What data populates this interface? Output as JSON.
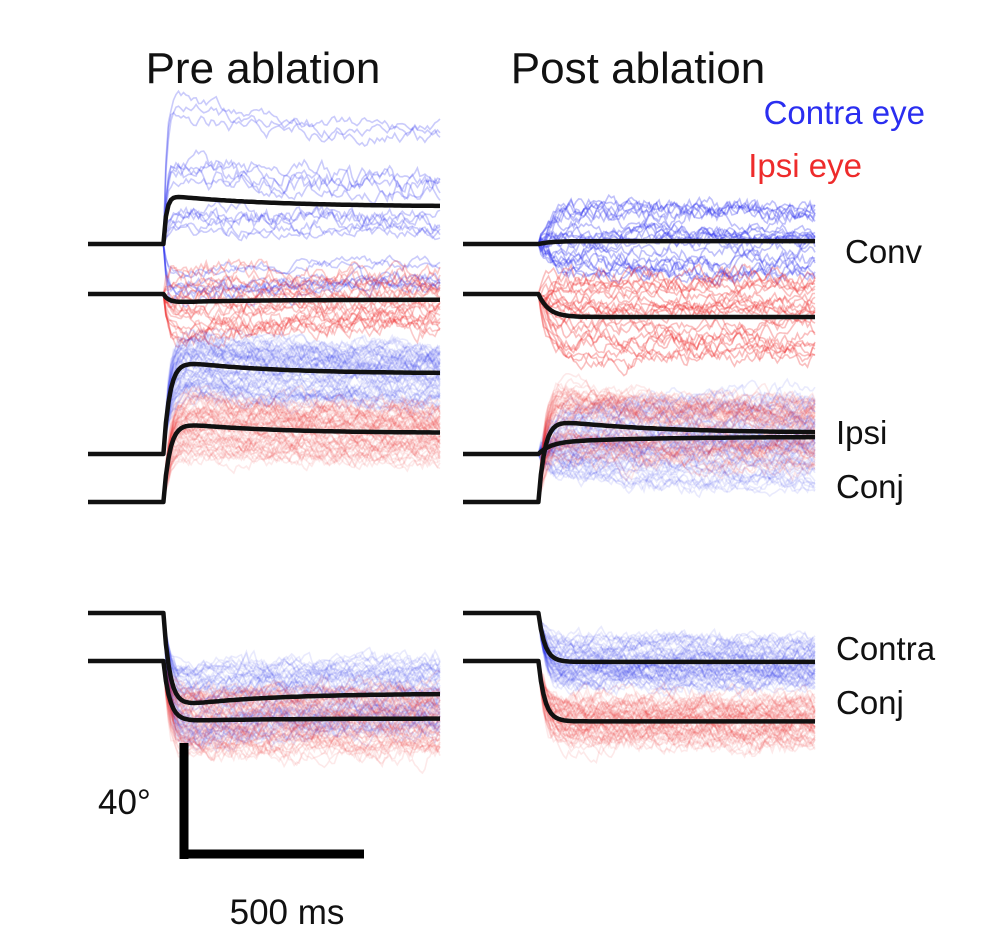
{
  "chart_data": {
    "type": "line",
    "columns": [
      "Pre ablation",
      "Post ablation"
    ],
    "legend": [
      {
        "name": "Contra eye",
        "color": "#2a2ef0"
      },
      {
        "name": "Ipsi eye",
        "color": "#ee2b2b"
      }
    ],
    "row_labels": {
      "conv": [
        "Conv"
      ],
      "ipsi_conj": [
        "Ipsi",
        "Conj"
      ],
      "contra_conj": [
        "Contra",
        "Conj"
      ]
    },
    "scalebar": {
      "y_label": "40°",
      "x_label": "500 ms",
      "y_value": 40,
      "x_value": 500
    },
    "trace_color": "#111111",
    "x_range_ms": [
      -300,
      1100
    ],
    "step_time_ms": 0,
    "panels": [
      {
        "column": 0,
        "row": "conv",
        "series": [
          {
            "name": "Contra eye",
            "color": "#2a2ef0",
            "start": 0,
            "mean": {
              "peak": 17,
              "plateau": 13,
              "tau_rise": 12,
              "tau_decay": 400
            },
            "spread": 40,
            "n": 22,
            "alpha": 0.25
          },
          {
            "name": "Ipsi eye",
            "color": "#ee2b2b",
            "start": 0,
            "mean": {
              "peak": -3,
              "plateau": -2,
              "tau_rise": 20,
              "tau_decay": 300
            },
            "spread": 14,
            "n": 22,
            "alpha": 0.25
          }
        ]
      },
      {
        "column": 1,
        "row": "conv",
        "series": [
          {
            "name": "Contra eye",
            "color": "#2a2ef0",
            "start": 0,
            "mean": {
              "peak": 1,
              "plateau": 1,
              "tau_rise": 50,
              "tau_decay": 300
            },
            "spread": 12,
            "n": 24,
            "alpha": 0.3
          },
          {
            "name": "Ipsi eye",
            "color": "#ee2b2b",
            "start": 0,
            "mean": {
              "peak": -8,
              "plateau": -8,
              "tau_rise": 40,
              "tau_decay": 300
            },
            "spread": 14,
            "n": 24,
            "alpha": 0.3
          }
        ]
      },
      {
        "column": 0,
        "row": "ipsi_conj",
        "series": [
          {
            "name": "Contra eye",
            "color": "#2a2ef0",
            "start": 0,
            "mean": {
              "peak": 33,
              "plateau": 28,
              "tau_rise": 25,
              "tau_decay": 350
            },
            "spread": 12,
            "n": 60,
            "alpha": 0.1
          },
          {
            "name": "Ipsi eye",
            "color": "#ee2b2b",
            "start": -24,
            "mean": {
              "peak": 28,
              "plateau": 24,
              "tau_rise": 25,
              "tau_decay": 350
            },
            "spread": 12,
            "n": 60,
            "alpha": 0.1
          }
        ]
      },
      {
        "column": 1,
        "row": "ipsi_conj",
        "series": [
          {
            "name": "Contra eye",
            "color": "#2a2ef0",
            "start": 0,
            "mean": {
              "peak": 4,
              "plateau": 6,
              "tau_rise": 45,
              "tau_decay": 400
            },
            "spread": 12,
            "n": 60,
            "alpha": 0.1
          },
          {
            "name": "Ipsi eye",
            "color": "#ee2b2b",
            "start": -24,
            "mean": {
              "peak": 29,
              "plateau": 24,
              "tau_rise": 25,
              "tau_decay": 400
            },
            "spread": 14,
            "n": 60,
            "alpha": 0.1
          }
        ]
      },
      {
        "column": 0,
        "row": "contra_conj",
        "series": [
          {
            "name": "Contra eye",
            "color": "#2a2ef0",
            "start": 0,
            "mean": {
              "peak": -33,
              "plateau": -28,
              "tau_rise": 25,
              "tau_decay": 350
            },
            "spread": 16,
            "n": 60,
            "alpha": 0.1
          },
          {
            "name": "Ipsi eye",
            "color": "#ee2b2b",
            "start": -24,
            "mean": {
              "peak": -21,
              "plateau": -20,
              "tau_rise": 25,
              "tau_decay": 350
            },
            "spread": 12,
            "n": 60,
            "alpha": 0.1
          }
        ]
      },
      {
        "column": 1,
        "row": "contra_conj",
        "series": [
          {
            "name": "Contra eye",
            "color": "#2a2ef0",
            "start": 0,
            "mean": {
              "peak": -17,
              "plateau": -17,
              "tau_rise": 25,
              "tau_decay": 400
            },
            "spread": 8,
            "n": 60,
            "alpha": 0.1
          },
          {
            "name": "Ipsi eye",
            "color": "#ee2b2b",
            "start": -24,
            "mean": {
              "peak": -21,
              "plateau": -21,
              "tau_rise": 25,
              "tau_decay": 400
            },
            "spread": 8,
            "n": 60,
            "alpha": 0.1
          }
        ]
      }
    ]
  }
}
